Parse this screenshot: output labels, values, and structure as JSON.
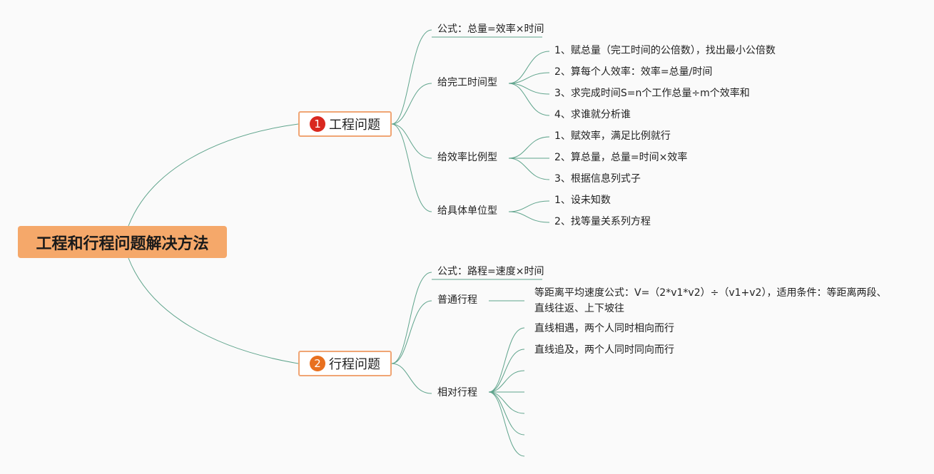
{
  "colors": {
    "root_fill": "#f5a86a",
    "branch_border": "#f0a574",
    "line": "#5fa48c",
    "badge_1": "#d9281f",
    "badge_2": "#e8701f"
  },
  "root": {
    "title": "工程和行程问题解决方法"
  },
  "branches": [
    {
      "number": "1",
      "title": "工程问题",
      "children": [
        {
          "label": "公式：总量=效率×时间",
          "children": []
        },
        {
          "label": "给完工时间型",
          "children": [
            "1、赋总量（完工时间的公倍数），找出最小公倍数",
            "2、算每个人效率：效率=总量/时间",
            "3、求完成时间S=n个工作总量÷m个效率和",
            "4、求谁就分析谁"
          ]
        },
        {
          "label": "给效率比例型",
          "children": [
            "1、赋效率，满足比例就行",
            "2、算总量，总量=时间×效率",
            "3、根据信息列式子"
          ]
        },
        {
          "label": "给具体单位型",
          "children": [
            "1、设未知数",
            "2、找等量关系列方程"
          ]
        }
      ]
    },
    {
      "number": "2",
      "title": "行程问题",
      "children": [
        {
          "label": "公式：路程=速度×时间",
          "children": []
        },
        {
          "label": "普通行程",
          "children": [
            "等距离平均速度公式：V=（2*v1*v2）÷（v1+v2），适用条件：等距离两段、直线往返、上下坡往"
          ]
        },
        {
          "label": "相对行程",
          "children": [
            "直线相遇，两个人同时相向而行",
            "直线追及，两个人同时同向而行",
            "",
            "",
            "",
            "",
            ""
          ]
        }
      ]
    }
  ]
}
